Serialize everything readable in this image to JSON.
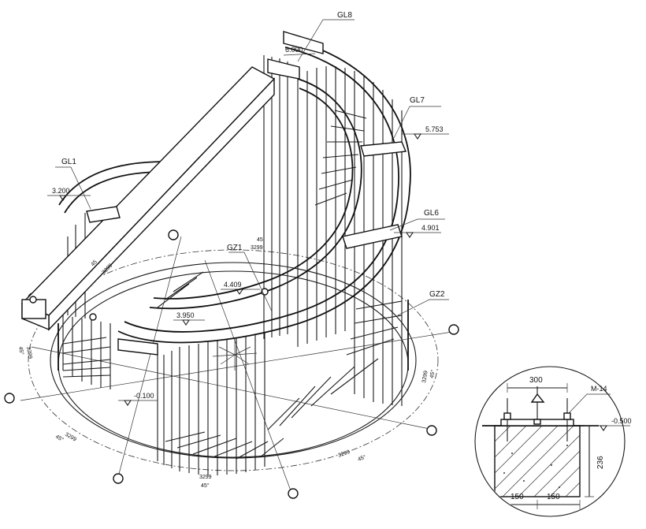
{
  "members": {
    "gl8": "GL8",
    "gl7": "GL7",
    "gl6": "GL6",
    "gl1": "GL1",
    "gz1": "GZ1",
    "gz2": "GZ2"
  },
  "elevations": {
    "e_6000": "6.000",
    "e_5753": "5.753",
    "e_4901": "4.901",
    "e_3200": "3.200",
    "e_4409": "4.409",
    "e_3950": "3.950",
    "e_minus0100": "-0.100",
    "e_minus0500": "-0.500"
  },
  "plan_dims": {
    "d_45_a": "45",
    "d_3299_a": "3299",
    "d_45_b": "45",
    "d_3299_b": "3299",
    "d_45_c": "45°",
    "d_3299_c": "3299",
    "d_45_d": "45°",
    "d_3299_d": "3299",
    "d_45_e": "45°",
    "d_3299_e": "3299",
    "d_45_f": "45°",
    "d_3299_f": "3299",
    "d_45_g": "45°",
    "d_3299_g": "3299"
  },
  "detail": {
    "width_total": "300",
    "half_left": "150",
    "half_right": "150",
    "height": "236",
    "bolt": "M-14"
  }
}
